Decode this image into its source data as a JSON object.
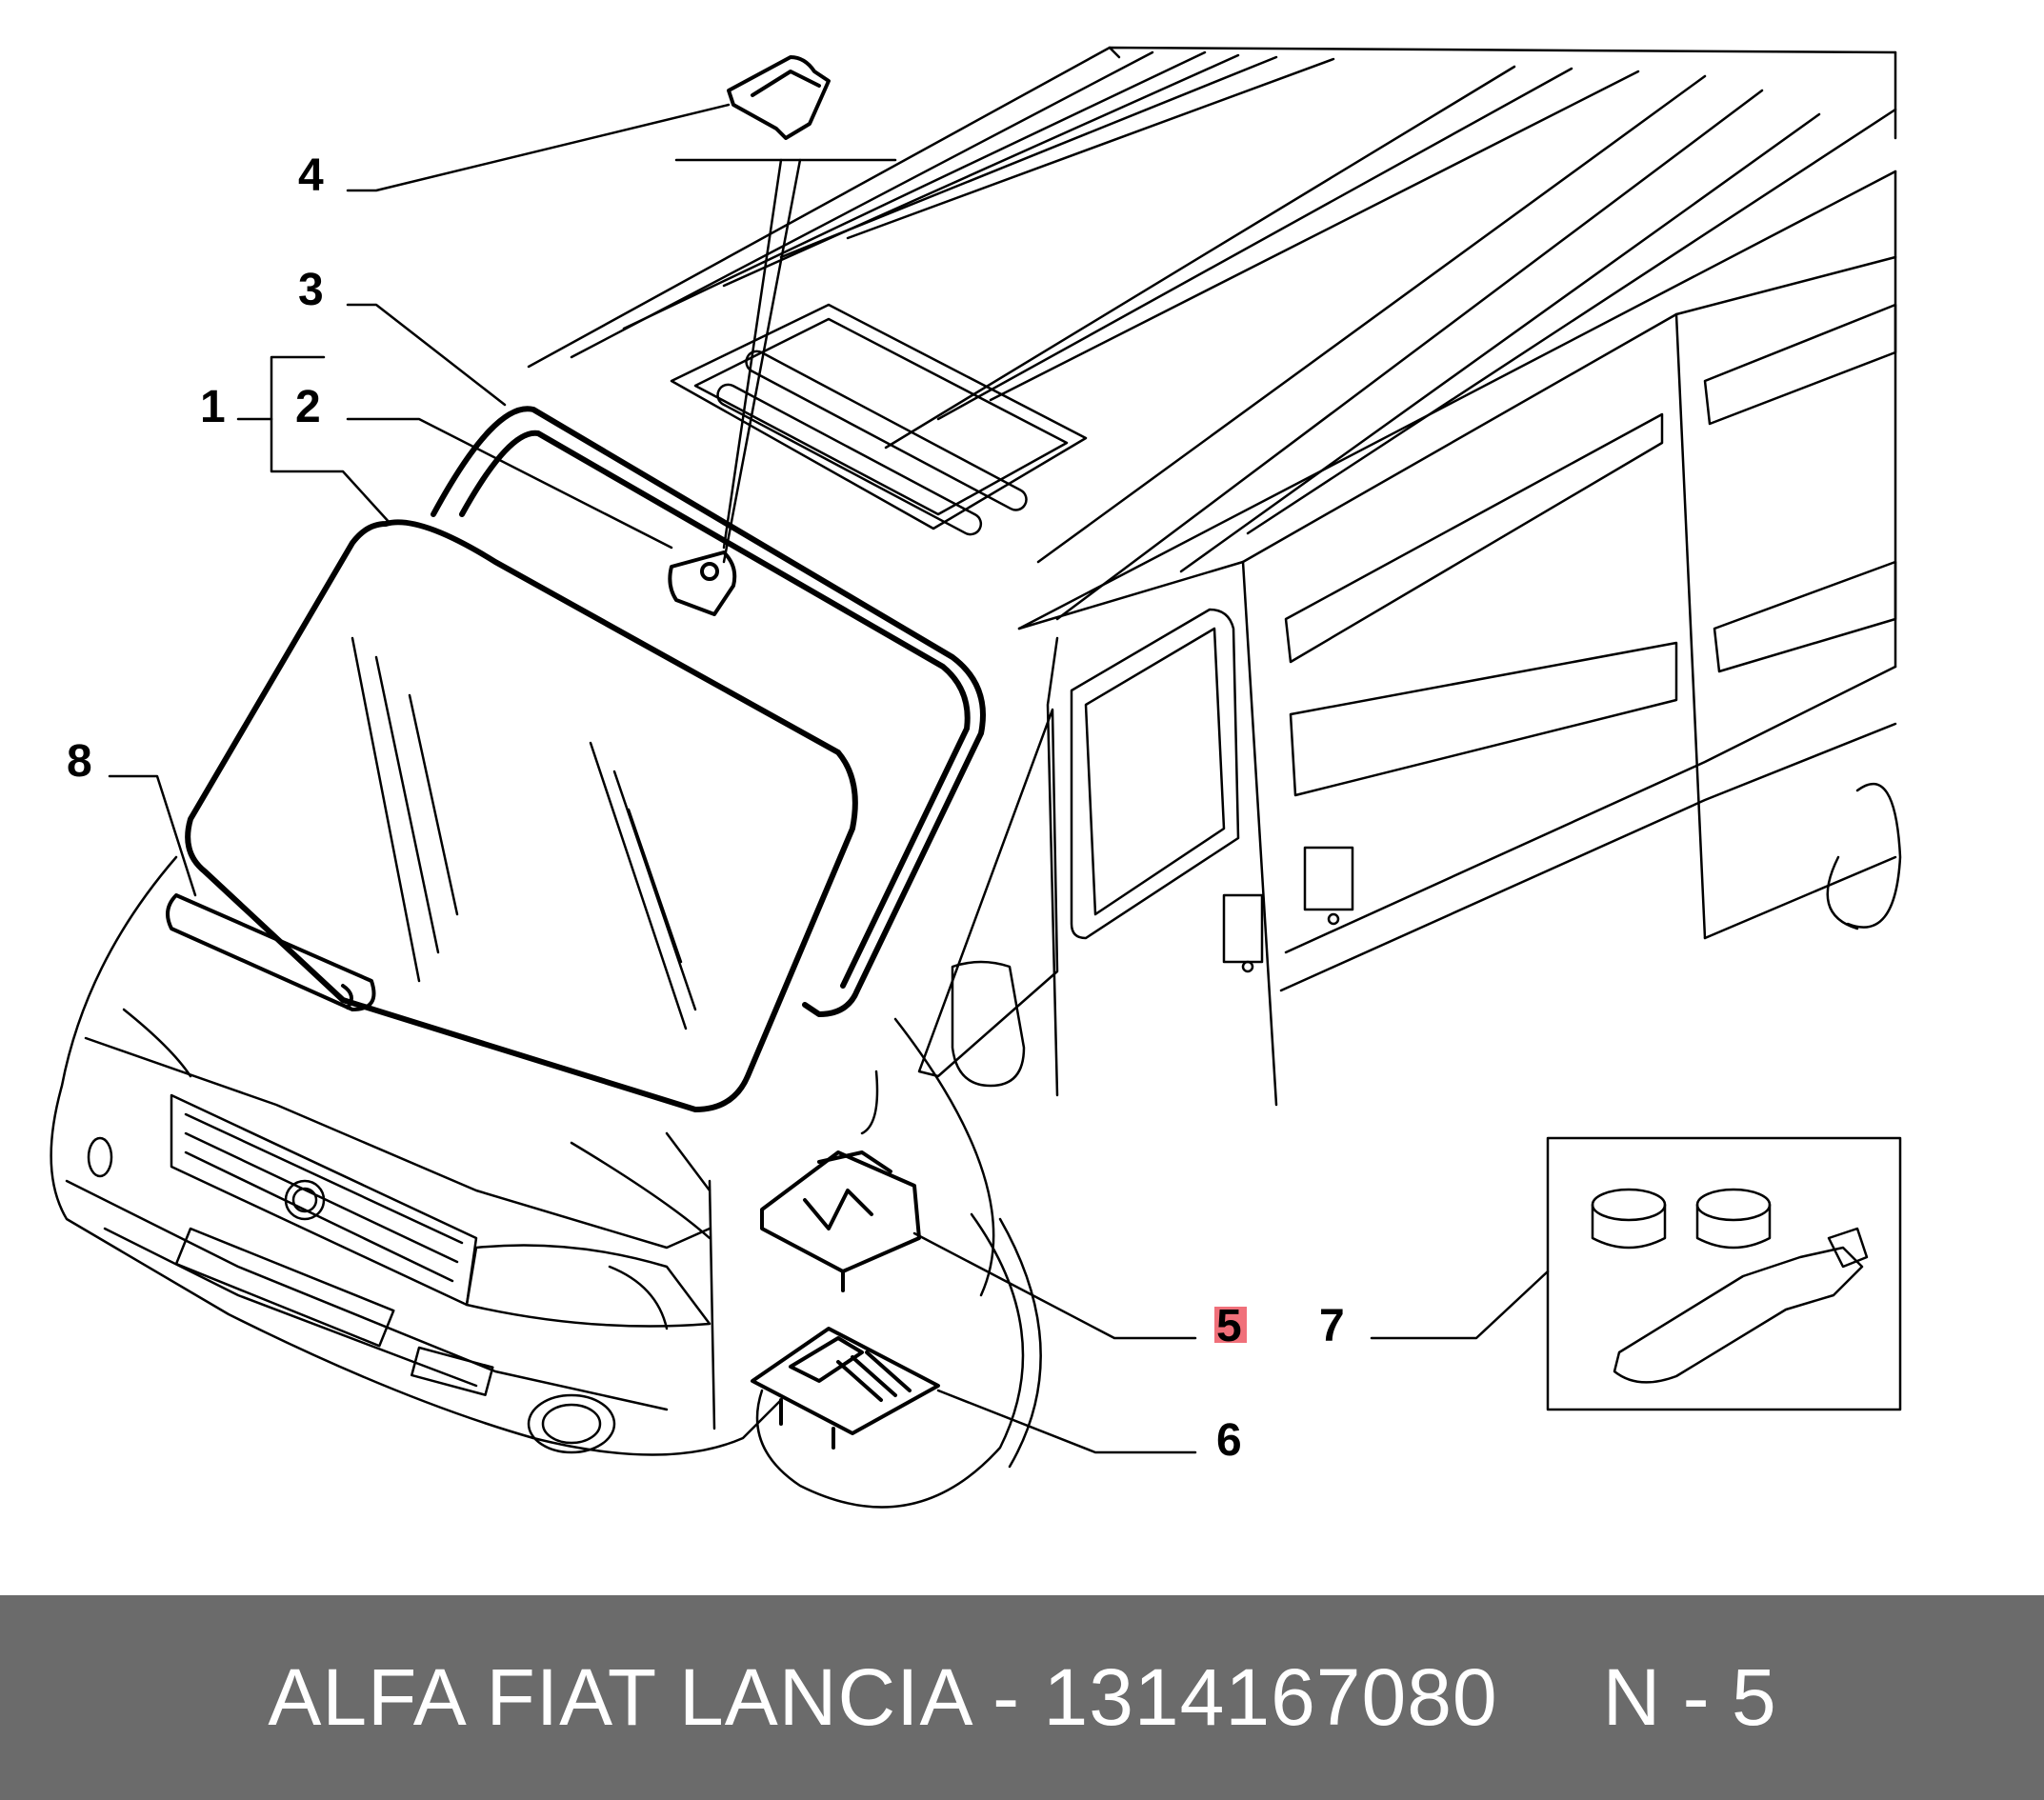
{
  "diagram": {
    "callouts": [
      {
        "id": "1",
        "label": "1"
      },
      {
        "id": "2",
        "label": "2"
      },
      {
        "id": "3",
        "label": "3"
      },
      {
        "id": "4",
        "label": "4"
      },
      {
        "id": "5",
        "label": "5",
        "highlighted": true
      },
      {
        "id": "6",
        "label": "6"
      },
      {
        "id": "7",
        "label": "7"
      },
      {
        "id": "8",
        "label": "8"
      }
    ],
    "highlight_color": "#f0707a"
  },
  "footer": {
    "part_text": "ALFA FIAT LANCIA - 1314167080",
    "code_text": "N - 5",
    "background_color": "#6b6b6b",
    "text_color": "#ffffff"
  }
}
